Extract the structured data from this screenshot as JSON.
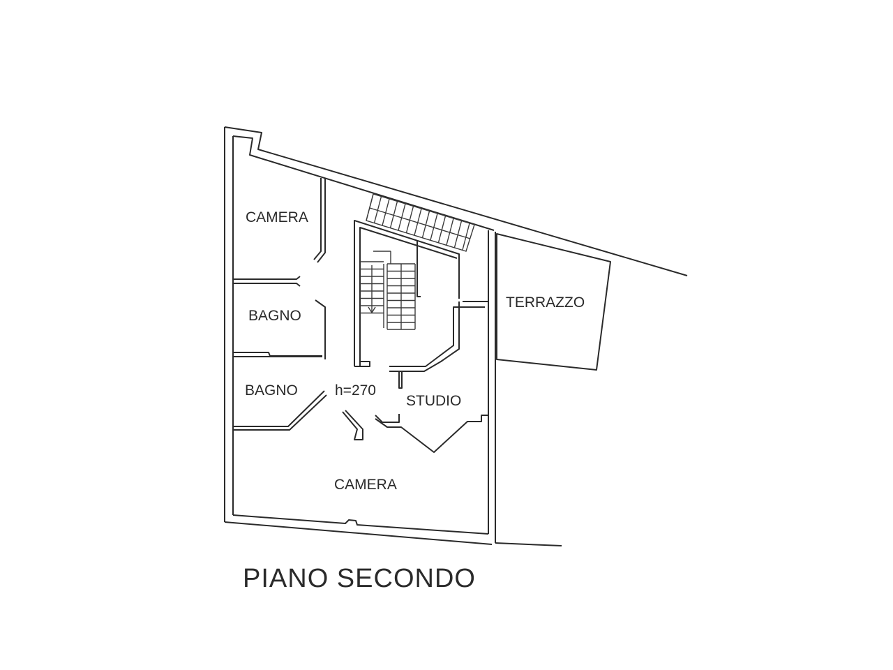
{
  "plan": {
    "title": "PIANO SECONDO",
    "ceiling_height": "h=270",
    "rooms": [
      {
        "label": "CAMERA"
      },
      {
        "label": "BAGNO"
      },
      {
        "label": "BAGNO"
      },
      {
        "label": "STUDIO"
      },
      {
        "label": "CAMERA"
      },
      {
        "label": "TERRAZZO"
      }
    ]
  }
}
